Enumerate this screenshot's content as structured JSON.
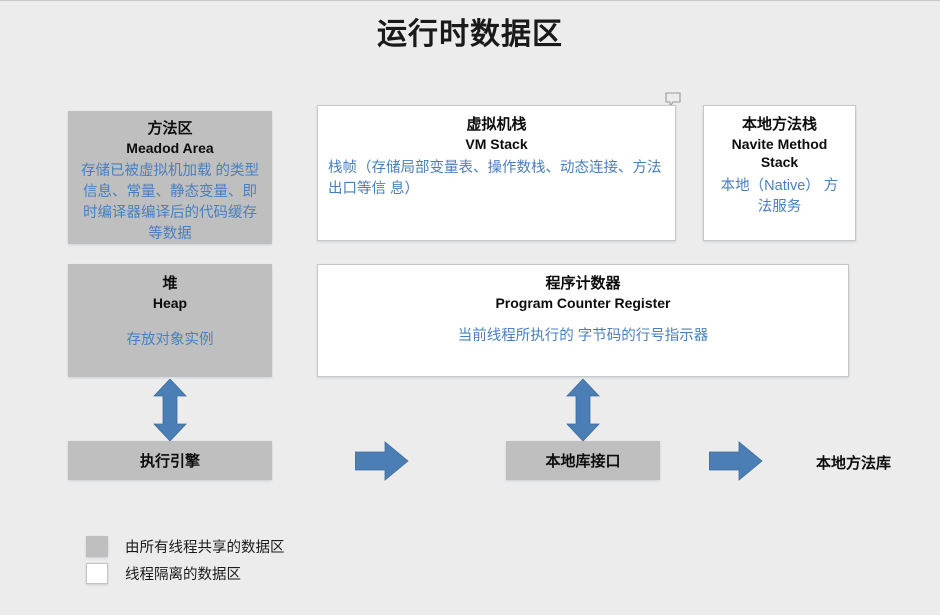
{
  "page": {
    "title": "运行时数据区",
    "background_color": "#ECECEC",
    "shared_fill_color": "#BFBFBF",
    "isolated_fill_color": "#FFFFFF",
    "accent_blue": "#4A7EB5",
    "body_text_blue": "#4A7FBF"
  },
  "blocks": {
    "method_area": {
      "title_cn": "方法区",
      "title_en": "Meadod Area",
      "body": "存储已被虚拟机加载 的类型信息、常量、静态变量、即时编译器编译后的代码缓存等数据",
      "fill": "shared"
    },
    "vm_stack": {
      "title_cn": "虚拟机栈",
      "title_en": "VM Stack",
      "body": "栈帧（存储局部变量表、操作数栈、动态连接、方法出口等信 息）",
      "fill": "isolated"
    },
    "native_method_stack": {
      "title_cn": "本地方法栈",
      "title_en": "Navite Method Stack",
      "body": "本地（Native） 方法服务",
      "fill": "isolated"
    },
    "heap": {
      "title_cn": "堆",
      "title_en": "Heap",
      "body": "存放对象实例",
      "fill": "shared"
    },
    "program_counter": {
      "title_cn": "程序计数器",
      "title_en": "Program Counter Register",
      "body": "当前线程所执行的 字节码的行号指示器",
      "fill": "isolated"
    },
    "execution_engine": {
      "label": "执行引擎",
      "fill": "shared"
    },
    "native_interface": {
      "label": "本地库接口",
      "fill": "shared"
    },
    "native_library": {
      "label": "本地方法库"
    }
  },
  "icons": {
    "comment": "comment-bubble-icon"
  },
  "arrows": [
    {
      "name": "heap-to-execution-engine",
      "direction": "double-vertical"
    },
    {
      "name": "execution-engine-to-native-interface",
      "direction": "right"
    },
    {
      "name": "pc-to-native-interface",
      "direction": "double-vertical"
    },
    {
      "name": "native-interface-to-native-library",
      "direction": "right"
    }
  ],
  "legend": {
    "items": [
      {
        "swatch": "gray",
        "label": "由所有线程共享的数据区"
      },
      {
        "swatch": "white",
        "label": "线程隔离的数据区"
      }
    ]
  }
}
